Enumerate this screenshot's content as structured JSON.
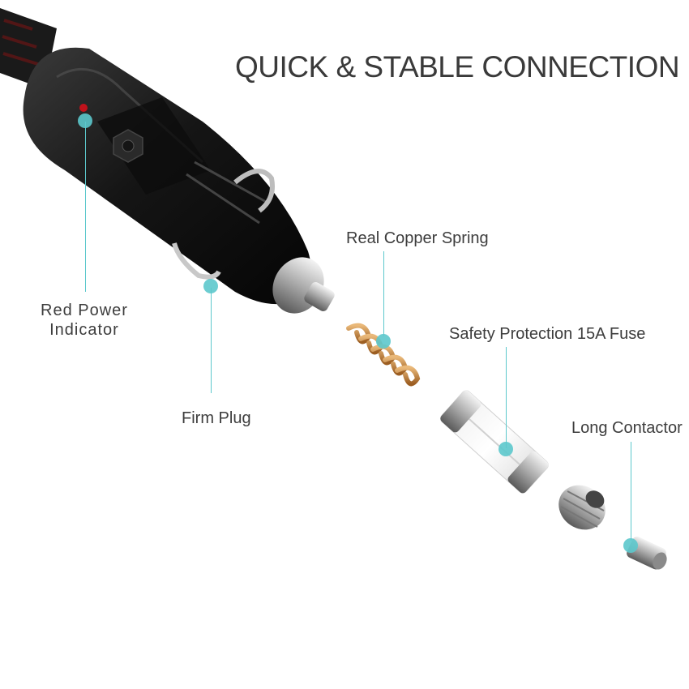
{
  "headline": "QUICK & STABLE CONNECTION",
  "accent_color": "#5cc8cc",
  "callouts": {
    "red_power_line1": "Red Power",
    "red_power_line2": "Indicator",
    "firm_plug": "Firm Plug",
    "copper_spring": "Real Copper Spring",
    "fuse": "Safety Protection 15A Fuse",
    "long_contactor": "Long Contactor"
  }
}
